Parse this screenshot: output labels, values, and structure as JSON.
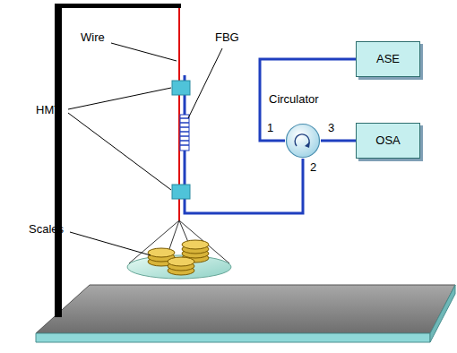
{
  "diagram": {
    "nodes": [
      {
        "text": [
          "ASE"
        ]
      },
      {
        "text": [
          "Circulator"
        ]
      },
      {
        "text": [
          "OSA"
        ]
      }
    ],
    "edges": [
      {
        "from": 0,
        "to": 1,
        "arrow": "none"
      },
      {
        "from": 1,
        "to": 2,
        "arrow": "none"
      }
    ],
    "labels": [
      "Wire",
      "FBG",
      "HMT",
      "Scales",
      "1",
      "3",
      "2"
    ]
  }
}
